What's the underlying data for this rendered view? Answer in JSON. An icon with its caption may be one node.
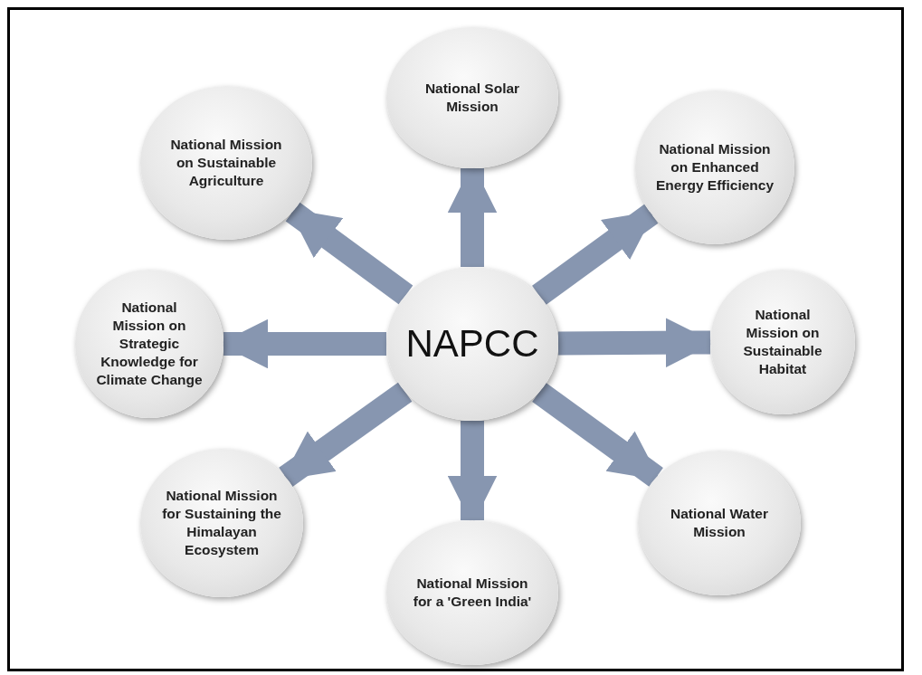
{
  "diagram": {
    "nodes": [
      {
        "text": [
          "NAPCC"
        ]
      },
      {
        "text": [
          "National Solar Mission"
        ]
      },
      {
        "text": [
          "National Mission on Enhanced Energy Efficiency"
        ]
      },
      {
        "text": [
          "National Mission on Sustainable Habitat"
        ]
      },
      {
        "text": [
          "National Water Mission"
        ]
      },
      {
        "text": [
          "National Mission for a 'Green India'"
        ]
      },
      {
        "text": [
          "National Mission for Sustaining the Himalayan Ecosystem"
        ]
      },
      {
        "text": [
          "National Mission on Strategic Knowledge for Climate Change"
        ]
      },
      {
        "text": [
          "National Mission on Sustainable Agriculture"
        ]
      }
    ],
    "edges": [
      {
        "from": 0,
        "to": 1,
        "arrow": "to"
      },
      {
        "from": 0,
        "to": 2,
        "arrow": "to"
      },
      {
        "from": 0,
        "to": 3,
        "arrow": "to"
      },
      {
        "from": 0,
        "to": 4,
        "arrow": "to"
      },
      {
        "from": 0,
        "to": 5,
        "arrow": "to"
      },
      {
        "from": 0,
        "to": 6,
        "arrow": "to"
      },
      {
        "from": 0,
        "to": 7,
        "arrow": "to"
      },
      {
        "from": 0,
        "to": 8,
        "arrow": "to"
      }
    ]
  }
}
